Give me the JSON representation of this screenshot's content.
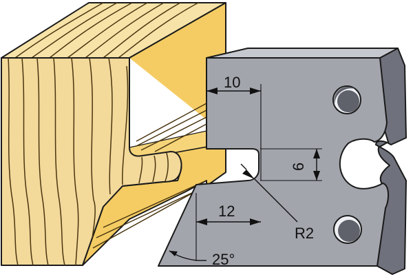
{
  "diagram": {
    "dimensions": {
      "width_top": "10",
      "width_bottom": "12",
      "depth": "6",
      "radius": "R2",
      "angle": "25°"
    },
    "colors": {
      "wood_face": "#f3d99a",
      "wood_top": "#f7e3a8",
      "wood_side": "#f4cc63",
      "wood_grain": "#4a3510",
      "knife_face": "#a3a5ad",
      "knife_edge": "#6f727c",
      "hole_fill": "#5f626a",
      "background": "#ffffff"
    }
  }
}
